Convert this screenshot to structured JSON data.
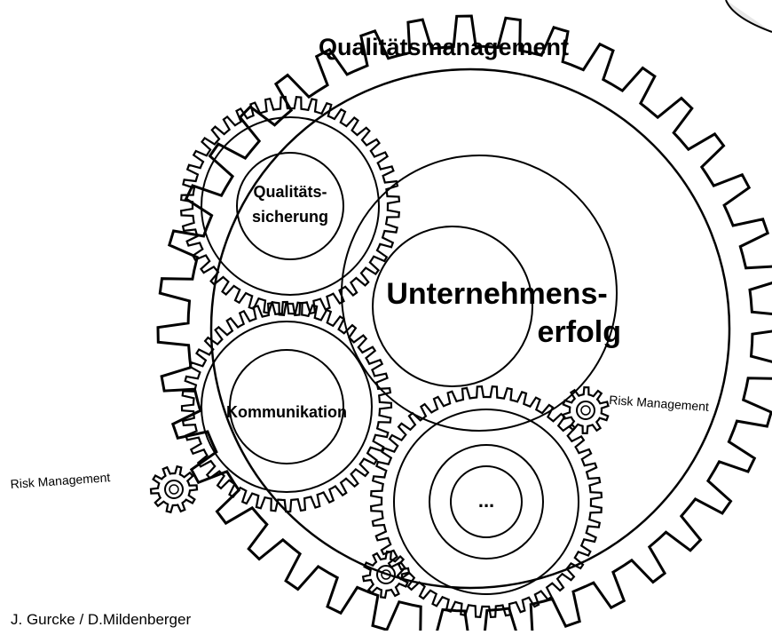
{
  "labels": {
    "outer": "Qualitätsmanagement",
    "center_line1": "Unternehmens-",
    "center_line2": "erfolg",
    "gear_top_line1": "Qualitäts-",
    "gear_top_line2": "sicherung",
    "gear_left": "Kommunikation",
    "gear_bottom": "...",
    "risk_right": "Risk Management",
    "risk_left": "Risk Management"
  },
  "credit": "J. Gurcke / D.Mildenberger"
}
